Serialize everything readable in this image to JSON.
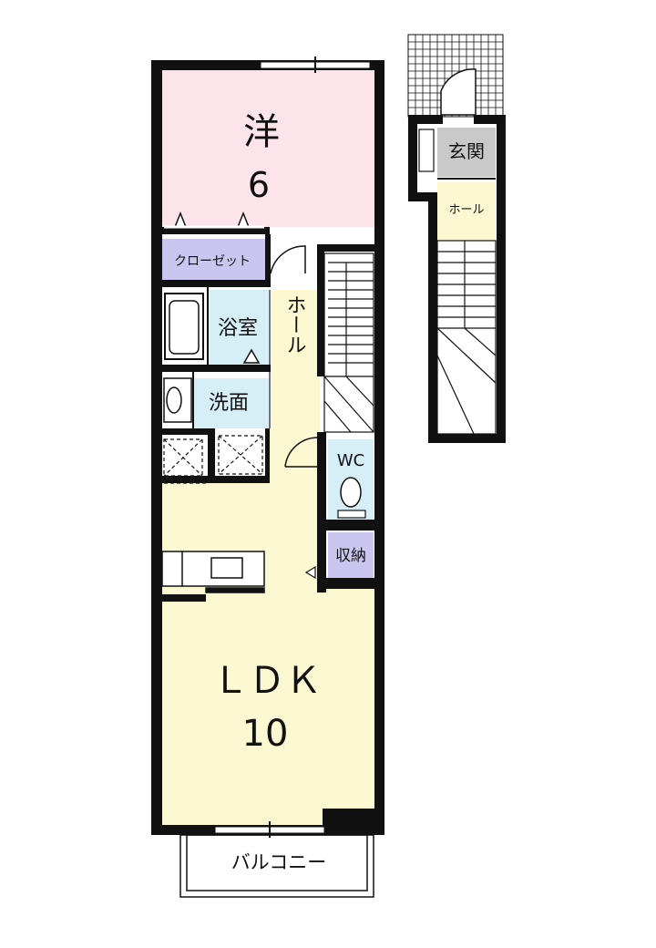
{
  "floorplan": {
    "western_room": {
      "label": "洋",
      "size": "6"
    },
    "closet": {
      "label": "クローゼット"
    },
    "bath": {
      "label": "浴室"
    },
    "washroom": {
      "label": "洗面"
    },
    "hall_main": {
      "label": "ホール"
    },
    "wc": {
      "label": "WC"
    },
    "storage": {
      "label": "収納"
    },
    "ldk": {
      "label": "ＬＤＫ",
      "size": "10"
    },
    "balcony": {
      "label": "バルコニー"
    },
    "entrance": {
      "label": "玄関"
    },
    "hall_lower": {
      "label": "ホール"
    }
  },
  "colors": {
    "western_room": "#fde3ea",
    "closet": "#cbc6ef",
    "wet_area": "#d6eef6",
    "hall_ldk": "#fbf8d2",
    "entrance": "#c9c9c9",
    "wall": "#111111"
  }
}
